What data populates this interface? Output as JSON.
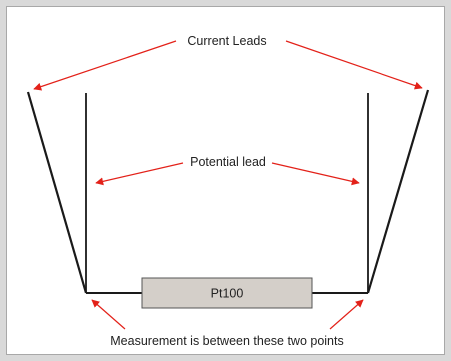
{
  "labels": {
    "current_leads": "Current Leads",
    "potential_lead": "Potential lead",
    "resistor": "Pt100",
    "measurement_note": "Measurement is between these two points"
  },
  "colors": {
    "frame": "#d9d9d9",
    "panel_border": "#a8a8a8",
    "wire": "#1a1a1a",
    "arrow": "#e32119",
    "resistor_fill": "#d4cfc9",
    "resistor_stroke": "#555555",
    "text": "#222222"
  }
}
